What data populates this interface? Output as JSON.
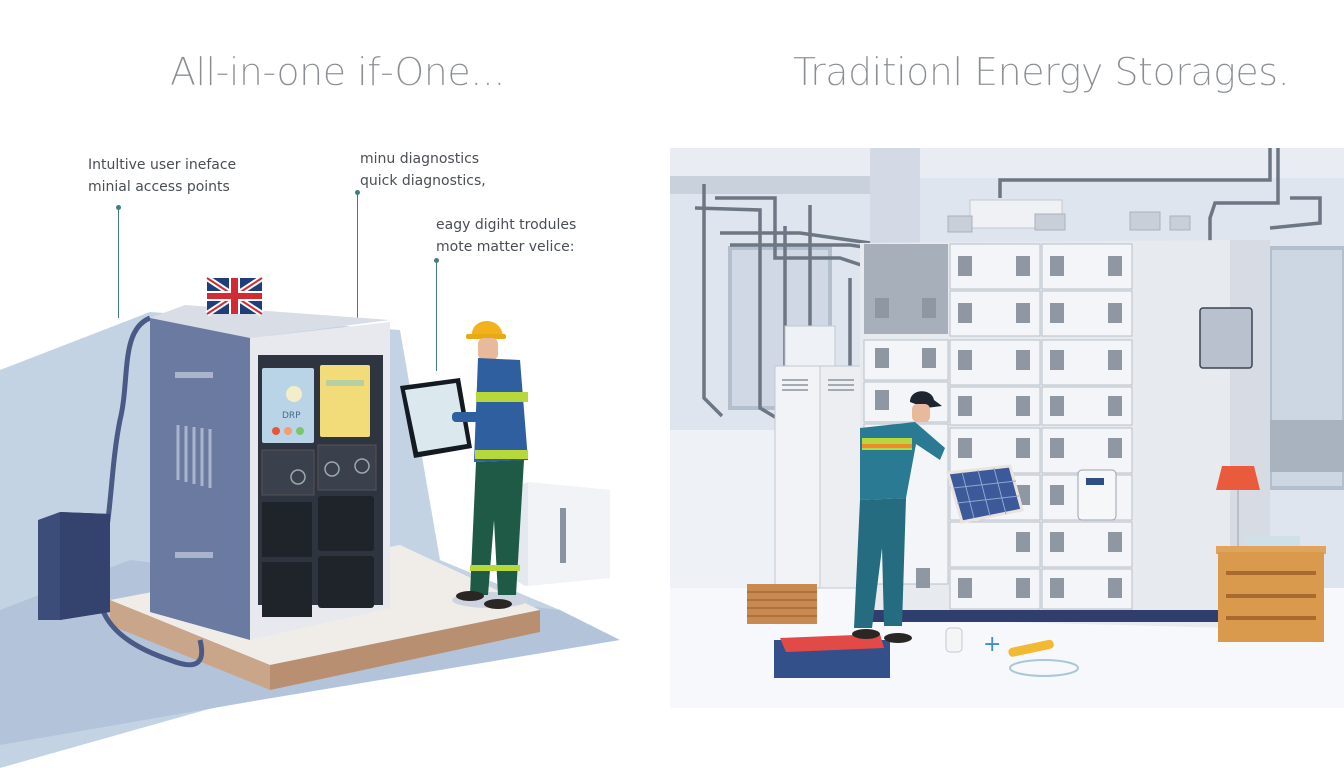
{
  "left_panel": {
    "title": "All-in-one if-One...",
    "annotations": [
      {
        "line1": "Intultive user ineface",
        "line2": "minial access points"
      },
      {
        "line1": "minu diagnostics",
        "line2": "quick diagnostics,"
      },
      {
        "line1": "eagy digiht trodules",
        "line2": "mote matter velice:"
      }
    ],
    "device": {
      "screen_left_label": "DRP",
      "indicator_colors": [
        "#e8563a",
        "#f0a070",
        "#7cc66a"
      ],
      "flag": "union-jack"
    },
    "colors": {
      "cabinet_side": "#6a7aa0",
      "cabinet_top": "#d8dce6",
      "platform": "#c9a58a",
      "floor": "#b8c8dc",
      "screen_blue": "#b9d4e6",
      "screen_yellow": "#f2dc7a",
      "hardhat": "#f2b21e",
      "hiviz": "#b7d83a",
      "jacket": "#2f5f9e",
      "pants": "#1e5a45"
    }
  },
  "right_panel": {
    "title": "Traditionl Energy Storages.",
    "cabinet_grid": {
      "columns": 3,
      "rows": 6
    },
    "colors": {
      "room_bg": "#dfe5ee",
      "cabinet": "#eef0f4",
      "module_vent": "#8f97a2",
      "pipe": "#6d7784",
      "lamp_shade": "#ea5a3c",
      "side_table": "#d99a4e",
      "toolbox_red": "#e24a48",
      "toolbox_blue": "#34508a",
      "worker_jacket": "#2a7a94",
      "worker_hiviz": "#b7d83a",
      "worker_cap": "#1d2630"
    }
  }
}
